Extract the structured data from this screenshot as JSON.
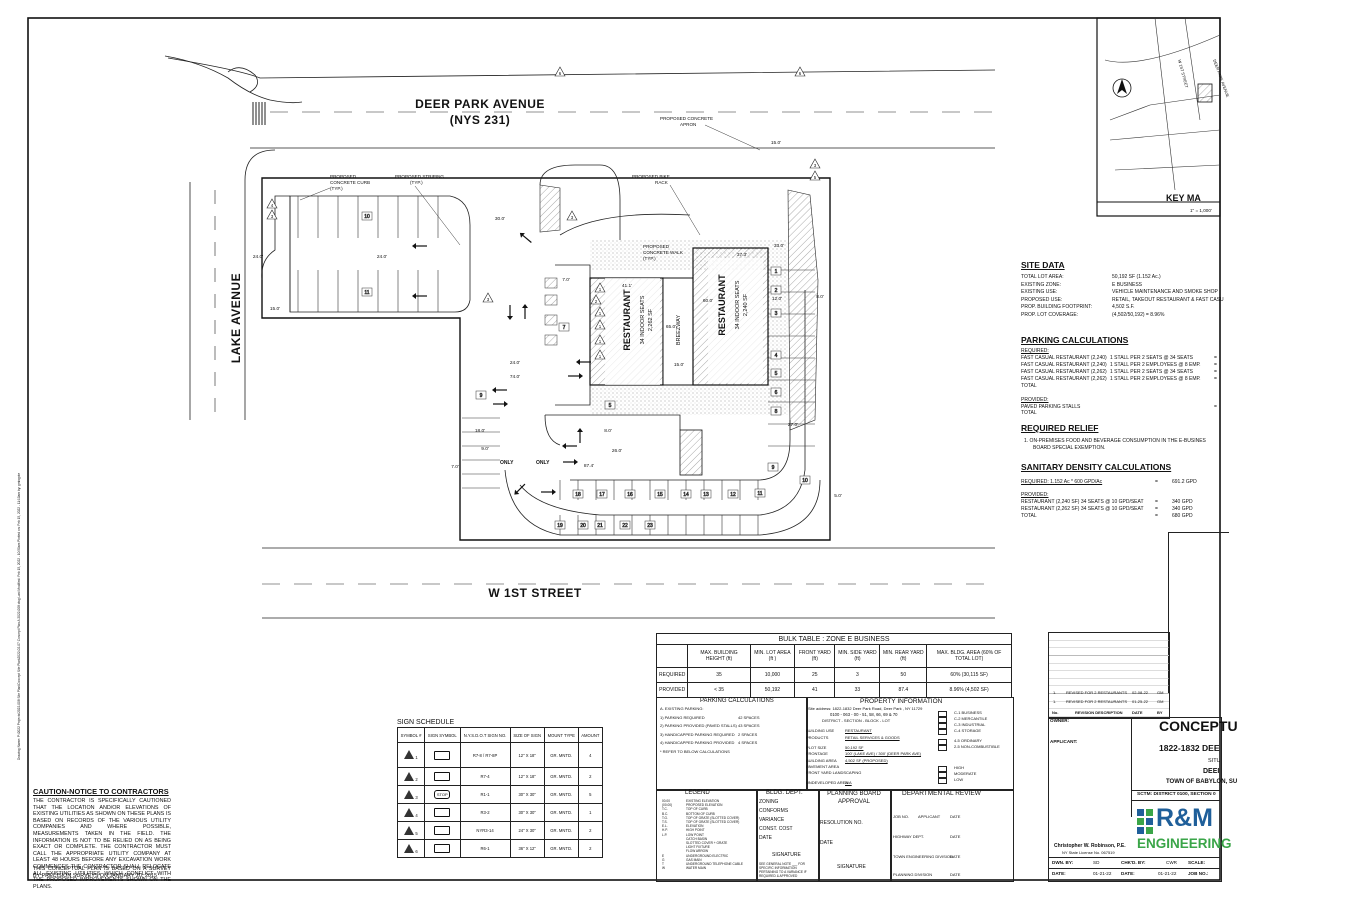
{
  "streets": {
    "north": "DEER PARK AVENUE",
    "north_route": "(NYS 231)",
    "west": "LAKE AVENUE",
    "south": "W 1ST STREET"
  },
  "callouts": {
    "concrete_curb": [
      "PROPOSED",
      "CONCRETE CURB",
      "(TYP.)"
    ],
    "striping": [
      "PROPOSED STRIPING",
      "(TYP.)"
    ],
    "concrete_apron": [
      "PROPOSED CONCRETE",
      "APRON"
    ],
    "bike_rack": [
      "PROPOSED BIKE",
      "RACK"
    ],
    "concrete_walk": [
      "PROPOSED",
      "CONCRETE WALK",
      "(TYP.)"
    ],
    "breezeway": "BREEZWAY",
    "restaurant_1": {
      "name": "RESTAURANT",
      "seats": "34 INDOOR SEATS",
      "area": "2,262 SF"
    },
    "restaurant_2": {
      "name": "RESTAURANT",
      "seats": "34 INDOOR SEATS",
      "area": "2,240 SF"
    },
    "dims": [
      "15.0'",
      "30.0'",
      "24.0'",
      "24.0'",
      "15.0'",
      "24.0'",
      "74.0'",
      "18.0'",
      "9.0'",
      "7.0'",
      "8.0'",
      "26.0'",
      "87.4'",
      "41.1'",
      "65.0'",
      "60.0'",
      "37.3'",
      "33.0'",
      "15.0'",
      "27.0'",
      "7.0'",
      "5.0'",
      "12.0'",
      "8.0'"
    ],
    "stall_counts": [
      "10",
      "11",
      "9",
      "5",
      "7",
      "1",
      "2",
      "3",
      "4",
      "5",
      "6",
      "8",
      "9",
      "10",
      "11",
      "12",
      "13",
      "14",
      "15",
      "16",
      "17",
      "18",
      "19",
      "20",
      "21",
      "22",
      "23"
    ],
    "markings": [
      "ONLY",
      "ONLY"
    ],
    "sign_tags": [
      "6",
      "6",
      "3",
      "5",
      "4",
      "3",
      "3",
      "3",
      "2",
      "1",
      "1",
      "1",
      "1",
      "1"
    ]
  },
  "key_map": {
    "title": "KEY MA",
    "scale": "1\" = 1,000'",
    "roads": [
      "DEER PARK AVENUE",
      "W 1ST STREET"
    ]
  },
  "site_data": {
    "title": "SITE DATA",
    "rows": [
      [
        "TOTAL LOT AREA:",
        "50,192 SF (1.152 Ac.)"
      ],
      [
        "EXISTING ZONE:",
        "E BUSINESS"
      ],
      [
        "EXISTING USE:",
        "VEHICLE MAINTENANCE AND SMOKE SHOP"
      ],
      [
        "PROPOSED USE:",
        "RETAIL, TAKEOUT RESTAURANT & FAST CASU"
      ],
      [
        "PROP. BUILDING FOOTPRINT:",
        "4,502 S.F."
      ],
      [
        "PROP. LOT COVERAGE:",
        "(4,502/50,192) = 8.96%"
      ]
    ]
  },
  "parking_calcs": {
    "title": "PARKING CALCULATIONS",
    "required_label": "REQUIRED:",
    "required": [
      [
        "FAST CASUAL RESTAURANT (2,240)",
        "1 STALL PER 2 SEATS @ 34 SEATS",
        "="
      ],
      [
        "FAST CASUAL RESTAURANT (2,240)",
        "1 STALL PER 2 EMPLOYEES @ 8 EMP.",
        "="
      ],
      [
        "FAST CASUAL RESTAURANT (2,262)",
        "1 STALL PER 2 SEATS @ 34 SEATS",
        "="
      ],
      [
        "FAST CASUAL RESTAURANT (2,262)",
        "1 STALL PER 2 EMPLOYEES @ 8 EMP.",
        "="
      ]
    ],
    "total_label": "TOTAL",
    "provided_label": "PROVIDED:",
    "provided": [
      [
        "PAVED PARKING STALLS",
        "="
      ]
    ]
  },
  "required_relief": {
    "title": "REQUIRED RELIEF",
    "items": [
      "1.  ON-PREMISES FOOD AND BEVERAGE CONSUMPTION IN THE E-BUSINES",
      "BOARD SPECIAL EXEMPTION."
    ]
  },
  "sanitary": {
    "title": "SANITARY DENSITY CALCULATIONS",
    "required": [
      "REQUIRED: 1.152 Ac * 600 GPD/Ac",
      "=",
      "691.2 GPD"
    ],
    "provided_label": "PROVIDED:",
    "provided": [
      [
        "RESTAURANT (2,240 SF) 34 SEATS @ 10 GPD/SEAT",
        "=",
        "340 GPD"
      ],
      [
        "RESTAURANT (2,262 SF) 34 SEATS @ 10 GPD/SEAT",
        "=",
        "340 GPD"
      ],
      [
        "TOTAL",
        "=",
        "680 GPD"
      ]
    ]
  },
  "bulk_table": {
    "title": "BULK TABLE : ZONE E BUSINESS",
    "headers": [
      "",
      "MAX. BUILDING HEIGHT (ft)",
      "MIN. LOT AREA (ft )",
      "FRONT YARD (ft)",
      "MIN. SIDE YARD (ft)",
      "MIN. REAR YARD (ft)",
      "MAX. BLDG. AREA (60% OF TOTAL LOT)"
    ],
    "rows": [
      [
        "REQUIRED",
        "35",
        "10,000",
        "25",
        "3",
        "50",
        "60% (30,115 SF)"
      ],
      [
        "PROVIDED",
        "< 35",
        "50,192",
        "41",
        "33",
        "87.4",
        "8.96% (4,502 SF)"
      ]
    ]
  },
  "parking_box": {
    "title": "PARKING CALCULATIONS",
    "lines": [
      "A. EXISTING PARKING:",
      "1) PARKING REQUIRED",
      "2) PARKING PROVIDED (PAVED STALLS)",
      "3) HANDICAPPED PARKING REQUIRED",
      "4) HANDICAPPED PARKING PROVIDED",
      "* REFER TO BELOW CALCULATIONS"
    ],
    "values": [
      "",
      "42 SPACES",
      "43 SPACES",
      "2 SPACES",
      "4 SPACES",
      ""
    ]
  },
  "property_info": {
    "title": "PROPERTY INFORMATION",
    "address": "Site address: 1822-1832 Deer Park Road, Deer Park , NY 11729",
    "tax_map": "0100 - 063 - 00 - 51, 58, 66, 69 & 70",
    "district": "DISTRICT - SECTION - BLOCK - LOT",
    "rows": [
      [
        "BUILDING USE",
        "RESTAURANT"
      ],
      [
        "PRODUCTS",
        "RETAIL SERVICES & GOODS"
      ],
      [
        "PLOT SIZE",
        "50,192 SF"
      ],
      [
        "FRONTAGE",
        "100' (LAKE AVE) / 300' (DEER PARK AVE)"
      ],
      [
        "BUILDING AREA",
        "4,502 SF (PROPOSED)"
      ],
      [
        "PAVEMENT AREA",
        ""
      ],
      [
        "FRONT YARD LANDSCAPING",
        ""
      ],
      [
        "UNDEVELOPED AREA",
        "N/A"
      ]
    ],
    "checks": [
      "C-1 BUSINESS",
      "C-2 MERCANTILE",
      "C-3 INDUSTRIAL",
      "C-4 STORAGE",
      "4-5 ORDINARY",
      "2-5 NON-COMBUSTIBLE",
      "HIGH",
      "MODERATE",
      "LOW"
    ]
  },
  "legend": {
    "title": "LEGEND",
    "items": [
      "EXISTING ELEVATION",
      "PROPOSED ELEVATION",
      "TOP OF CURB",
      "BOTTOM OF CURB",
      "TOP OF GRATE (SLOTTED COVER)",
      "TOP OF GRATE (SLOTTED COVER)",
      "ELEVATION",
      "HIGH POINT",
      "LOW POINT",
      "CATCH BASIN",
      "SLOTTED COVER + GRATE",
      "LIGHT FIXTURE",
      "FLOW ARROW",
      "UNDERGROUND ELECTRIC",
      "GAS MAIN",
      "UNDERGROUND TELEPHONE CABLE",
      "WATER MAIN"
    ],
    "codes": [
      "00.00",
      "(00.00)",
      "T.C.",
      "B.C.",
      "T.G.",
      "T.S.",
      "E.L.",
      "H.P.",
      "L.P.",
      "",
      "",
      "",
      "",
      "E",
      "G",
      "T",
      "W"
    ]
  },
  "bldg_dept": {
    "title": "BLDG. DEPT.",
    "fields": [
      "ZONING",
      "CONFORMS",
      "VARIANCE",
      "CONST. COST",
      "DATE"
    ],
    "signature": "SIGNATURE",
    "note": [
      "SEE GENERAL NOTE ___ FOR",
      "SPECIFIC INFORMATION",
      "PERTAINING TO A VARIANCE IF",
      "REQUIRED & APPROVED"
    ]
  },
  "planning_board": {
    "title": "PLANNING BOARD APPROVAL",
    "fields": [
      "RESOLUTION NO.",
      "DATE"
    ],
    "signature": "SIGNATURE"
  },
  "departmental_review": {
    "title": "DEPARTMENTAL REVIEW",
    "rows": [
      [
        "JOB NO.",
        "APPLICANT",
        "DATE"
      ],
      [
        "HIGHWAY DEPT.",
        "DATE"
      ],
      [
        "TOWN ENGINEERING DIVISION",
        "DATE"
      ],
      [
        "PLANNING DIVISION",
        "DATE"
      ]
    ]
  },
  "sign_schedule": {
    "title": "SIGN SCHEDULE",
    "headers": [
      "SYMBOL #",
      "SIGN SYMBOL",
      "N.Y.S.D.O.T SIGN NO.",
      "SIZE OF SIGN",
      "MOUNT TYPE",
      "AMOUNT"
    ],
    "rows": [
      [
        "1",
        "",
        "R7-8 / R7-8P",
        "12\" X 18\"",
        "GR. MNTD.",
        "4"
      ],
      [
        "2",
        "",
        "R7-4",
        "12\" X 18\"",
        "GR. MNTD.",
        "2"
      ],
      [
        "3",
        "STOP",
        "R1-1",
        "30\" X 30\"",
        "GR. MNTD.",
        "5"
      ],
      [
        "4",
        "",
        "R3-2",
        "30\" X 30\"",
        "GR. MNTD.",
        "1"
      ],
      [
        "5",
        "",
        "NYR3-14",
        "24\" X 30\"",
        "GR. MNTD.",
        "2"
      ],
      [
        "6",
        "",
        "R6-1",
        "36\" X 12\"",
        "GR. MNTD.",
        "2"
      ]
    ]
  },
  "caution": {
    "title": "CAUTION-NOTICE TO CONTRACTORS",
    "body": "THE CONTRACTOR IS SPECIFICALLY CAUTIONED THAT THE LOCATION AND/OR ELEVATIONS OF EXISTING UTILITIES AS SHOWN ON THESE PLANS IS BASED ON RECORDS OF THE VARIOUS UTILITY COMPANIES AND WHERE POSSIBLE, MEASUREMENTS TAKEN IN THE FIELD. THE INFORMATION IS NOT TO BE RELIED ON AS BEING EXACT OR COMPLETE. THE CONTRACTOR MUST CALL THE APPROPRIATE UTILITY COMPANY AT LEAST 48 HOURS BEFORE ANY EXCAVATION WORK COMMENCES THE CONTRACTOR SHALL RELOCATE ALL EXISTING UTILITIES WHICH CONFLICT WITH THE PROPOSED IMPROVEMENTS SHOWN ON THE PLANS.",
    "survey": "THIS CONCEPTUAL PLAN IS BASED ON A SURVEY BY PRECISION SURVEYS ON JANUARY 20, 2015"
  },
  "revisions": {
    "rows": [
      [
        "1.",
        "REVISED FOR 2 RESTAURANTS",
        "02-08-22",
        "GM"
      ],
      [
        "1.",
        "REVISED FOR 2 RESTAURANTS",
        "01-25-22",
        "GM"
      ]
    ],
    "headers": [
      "No.",
      "REVISION DESCRIPTION",
      "DATE",
      "BY"
    ]
  },
  "title_block": {
    "owner_label": "OWNER:",
    "applicant_label": "APPLICANT:",
    "title": "CONCEPTU",
    "address": "1822-1832 DEE",
    "sub1": "SITU",
    "sub2": "DEEI",
    "sub3": "TOWN OF BABYLON, SU",
    "sctm": "SCTM:  DISTRICT 0100, SECTION 0",
    "engineer": "Christopher W. Robinson, P.E.",
    "license": "NY State License No. 067519",
    "dwn_by": "DWN. BY:",
    "dwn_val": "SD",
    "chkd_by": "CHK'D. BY:",
    "chkd_val": "CWR",
    "scale": "SCALE:",
    "date1": "DATE:",
    "date1_val": "01-21-22",
    "date2": "DATE:",
    "date2_val": "01-21-22",
    "job_no": "JOB NO.:",
    "logo_top": "R&M",
    "logo_bottom": "ENGINEERING"
  },
  "side_stamp": "Drawing Name: P:\\2022 Projects\\2022-008 Site Plan\\Concept Site Plan\\2022-02-07 Concept Plan A  2022-008 dwg  Last Modified: Feb 15, 2022 - 10:50am  Plotted on: Feb 15, 2022 - 11:10am  by: gmingote",
  "colors": {
    "logo_blue": "#1f5f9a",
    "logo_green": "#3aa548",
    "line": "#111111"
  }
}
